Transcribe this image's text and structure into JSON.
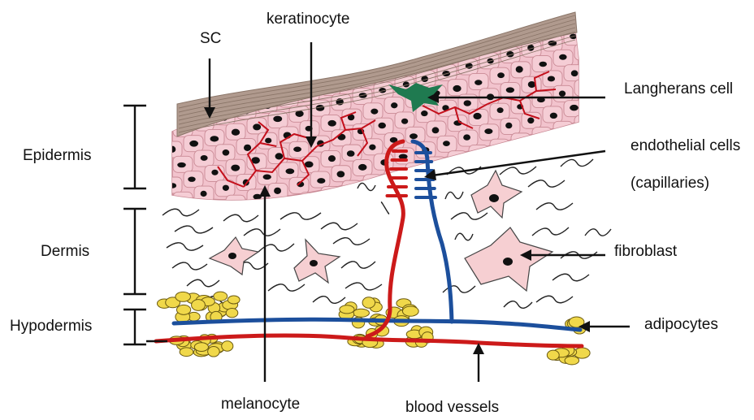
{
  "labels": {
    "sc": "SC",
    "keratinocyte": "keratinocyte",
    "langerhans": "Langherans cell",
    "endothelial": "endothelial cells",
    "capillaries": "(capillaries)",
    "fibroblast": "fibroblast",
    "adipocytes": "adipocytes",
    "blood_vessels": "blood vessels",
    "melanocyte": "melanocyte",
    "epidermis": "Epidermis",
    "dermis": "Dermis",
    "hypodermis": "Hypodermis"
  },
  "colors": {
    "stratum_corneum": "#b09a8e",
    "epidermis": "#f2c3cd",
    "cell_border": "#c98a95",
    "nucleus": "#111111",
    "melanocyte": "#c4101c",
    "langerhans": "#1f7a50",
    "artery": "#cc1a1a",
    "vein": "#1c4f9c",
    "fat": "#f0d84a",
    "fibroblast": "#f6cfd2"
  }
}
